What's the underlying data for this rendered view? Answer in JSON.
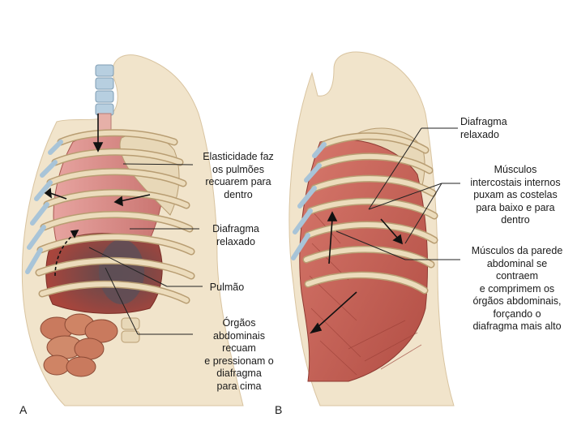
{
  "panels": [
    {
      "letter": "A",
      "labels": [
        [
          "Elasticidade faz",
          "os pulmões",
          "recuarem para",
          "dentro"
        ],
        [
          "Diafragma",
          "relaxado"
        ],
        [
          "Pulmão"
        ],
        [
          "Órgãos",
          "abdominais",
          "recuam",
          "e pressionam o",
          "diafragma",
          "para cima"
        ]
      ]
    },
    {
      "letter": "B",
      "labels": [
        [
          "Diafragma",
          "relaxado"
        ],
        [
          "Músculos",
          "intercostais internos",
          "puxam as costelas",
          "para baixo e para",
          "dentro"
        ],
        [
          "Músculos da parede",
          "abdominal se",
          "contraem",
          "e comprimem os",
          "órgãos abdominais,",
          "forçando o",
          "diafragma mais alto"
        ]
      ]
    }
  ],
  "colors": {
    "bone": "#e8d8b8",
    "bone_outline": "#b89d72",
    "skin": "#f1e4cb",
    "lung": "#d98c8c",
    "muscle": "#c9645a",
    "cartilage": "#a8c4d8",
    "diaphragm": "#a8382c",
    "intestine": "#c97a5e",
    "line": "#222222"
  }
}
